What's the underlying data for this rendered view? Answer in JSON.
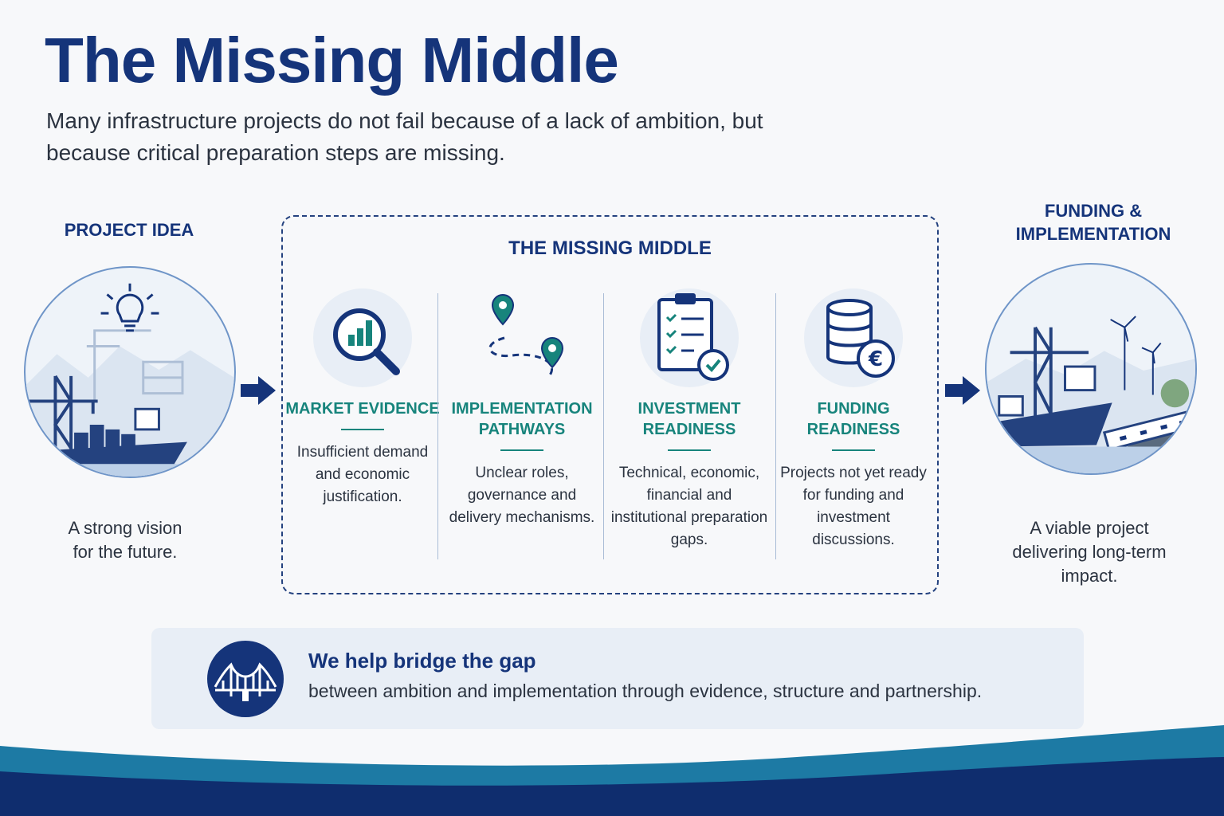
{
  "header": {
    "title": "The Missing Middle",
    "subtitle": "Many infrastructure projects do not fail because of a lack of ambition, but because critical preparation steps are missing."
  },
  "left": {
    "title": "PROJECT IDEA",
    "description": "A strong vision for the future.",
    "illustration": "port-with-lightbulb"
  },
  "middle": {
    "title": "THE MISSING MIDDLE",
    "columns": [
      {
        "heading": "MARKET EVIDENCE",
        "description": "Insufficient demand and economic justification.",
        "icon": "magnifier-chart-icon"
      },
      {
        "heading": "IMPLEMENTATION PATHWAYS",
        "description": "Unclear roles, governance and delivery mechanisms.",
        "icon": "route-pins-icon"
      },
      {
        "heading": "INVESTMENT READINESS",
        "description": "Technical, economic, financial and institutional preparation gaps.",
        "icon": "checklist-clipboard-icon"
      },
      {
        "heading": "FUNDING READINESS",
        "description": "Projects not yet ready for funding and investment discussions.",
        "icon": "coins-euro-icon"
      }
    ]
  },
  "right": {
    "title": "FUNDING & IMPLEMENTATION",
    "description": "A viable project delivering long-term impact.",
    "illustration": "port-train-wind-turbines"
  },
  "banner": {
    "title": "We help bridge the gap",
    "subtitle": "between ambition and implementation through evidence, structure and partnership.",
    "icon": "bridge-icon"
  },
  "colors": {
    "navy": "#15347a",
    "teal": "#17847c",
    "dark_blue": "#0f2d6e"
  }
}
